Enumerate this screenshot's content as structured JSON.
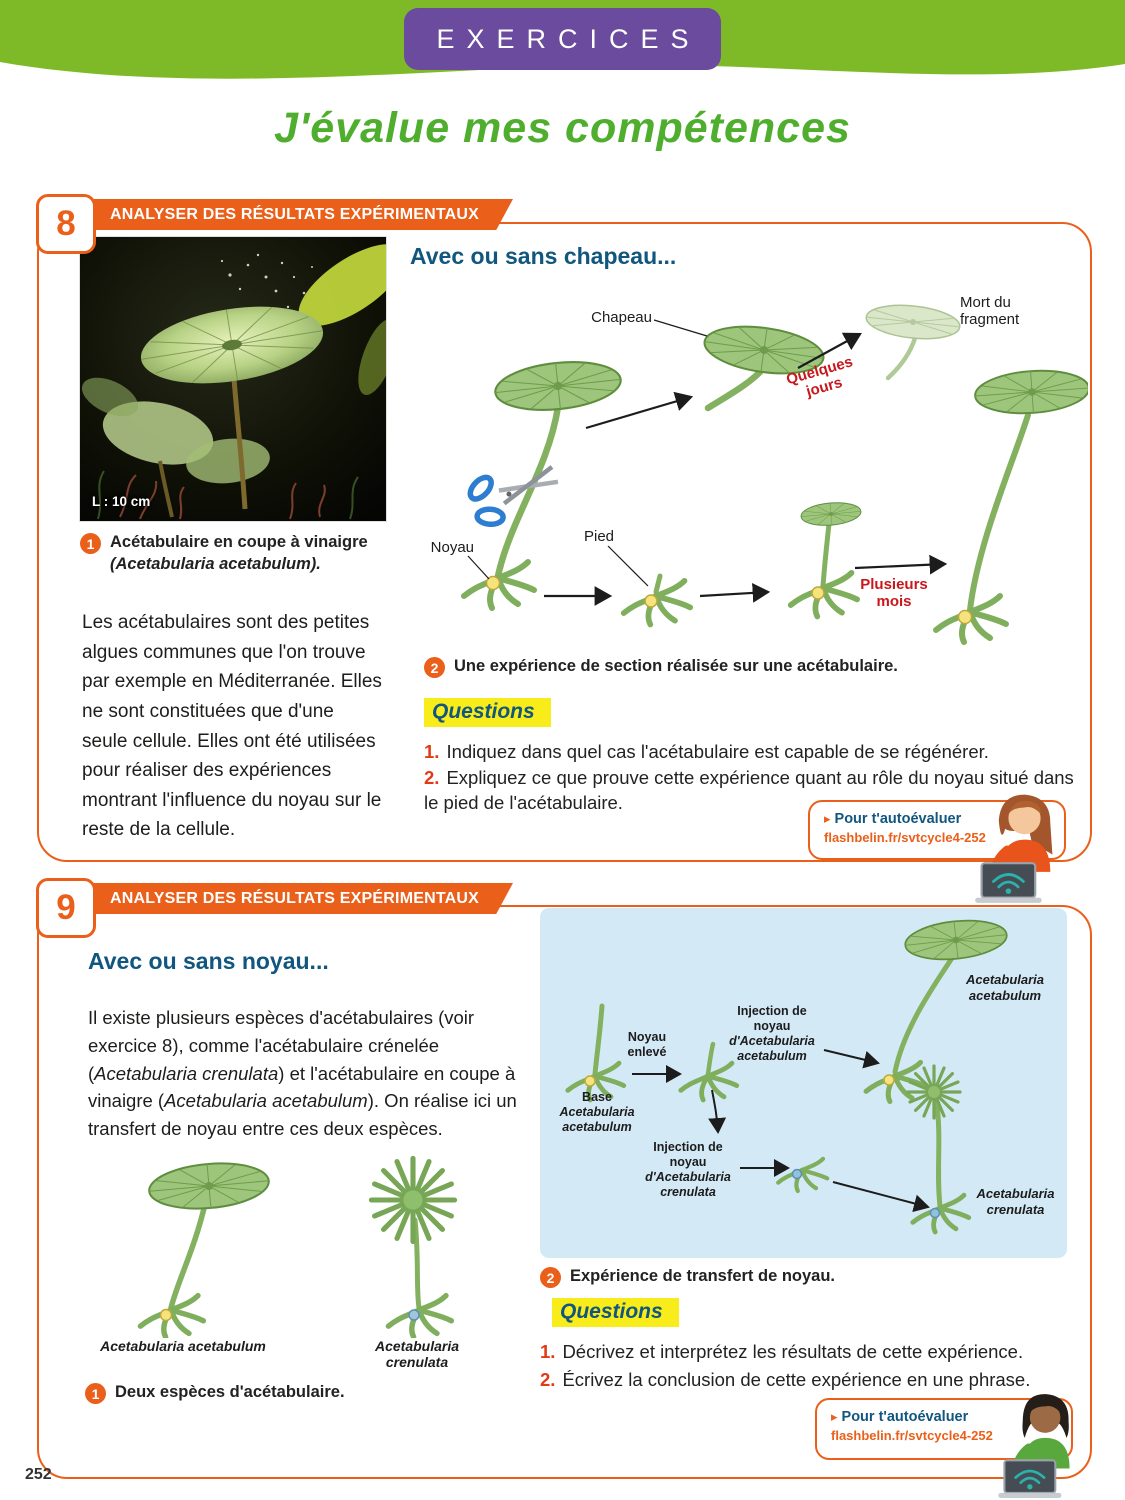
{
  "palette": {
    "band_green": "#7eba27",
    "tab_purple": "#6b4b9e",
    "accent_orange": "#ea5f1a",
    "heading_blue": "#11567e",
    "title_green": "#4fae2d",
    "question_red": "#e23a17",
    "diagram_red": "#c9171c",
    "highlight_yellow": "#f8ec1b",
    "panel_blue": "#d4e9f6"
  },
  "page": {
    "header_tab": "EXERCICES",
    "title": "J'évalue mes compétences",
    "number": "252"
  },
  "exercise8": {
    "number": "8",
    "banner": "ANALYSER DES RÉSULTATS EXPÉRIMENTAUX",
    "photo": {
      "scale_label": "L : 10 cm",
      "caption_number": "1",
      "caption_text": "Acétabulaire en coupe à vinaigre ",
      "caption_species": "(Acetabularia acetabulum)."
    },
    "intro": "Les acétabulaires sont des petites algues communes que l'on trouve par exemple en Méditerranée. Elles ne sont constituées que d'une seule cellule. Elles ont été utilisées pour réaliser des expériences montrant l'influence du noyau sur le reste de la cellule.",
    "diagram": {
      "title": "Avec ou sans chapeau...",
      "labels": {
        "chapeau": "Chapeau",
        "noyau": "Noyau",
        "pied": "Pied",
        "quelques_jours": "Quelques jours",
        "plusieurs_mois": "Plusieurs mois",
        "mort_fragment": "Mort du fragment"
      },
      "caption_number": "2",
      "caption": "Une expérience de section réalisée sur une acétabulaire."
    },
    "questions": {
      "heading": "Questions",
      "items": [
        {
          "num": "1.",
          "text": "Indiquez dans quel cas l'acétabulaire est capable de se régénérer."
        },
        {
          "num": "2.",
          "text": "Expliquez ce que prouve cette expérience quant au rôle du noyau situé dans le pied de l'acétabulaire."
        }
      ]
    },
    "autoeval": {
      "arrow_icon": "▸",
      "label": "Pour t'autoévaluer",
      "url": "flashbelin.fr/svtcycle4-252"
    }
  },
  "exercise9": {
    "number": "9",
    "banner": "ANALYSER DES RÉSULTATS EXPÉRIMENTAUX",
    "heading": "Avec ou sans noyau...",
    "intro": {
      "p1": "Il existe plusieurs espèces d'acétabulaires (voir exercice 8), comme l'acétabulaire crénelée (",
      "i1": "Acetabularia crenulata",
      "p2": ") et l'acétabulaire en coupe à vinaigre (",
      "i2": "Acetabularia acetabulum",
      "p3": "). On réalise ici un transfert de noyau entre ces deux espèces."
    },
    "species": {
      "left": "Acetabularia acetabulum",
      "right": "Acetabularia crenulata"
    },
    "caption1_number": "1",
    "caption1": "Deux espèces d'acétabulaire.",
    "diagram": {
      "base_label_plain": "Base",
      "base_label_italic": "Acetabularia acetabulum",
      "noyau_enleve": "Noyau enlevé",
      "injection_acetabulum_plain": "Injection de noyau",
      "injection_acetabulum_italic": "d'Acetabularia acetabulum",
      "injection_crenulata_plain": "Injection de noyau",
      "injection_crenulata_italic": "d'Acetabularia crenulata",
      "result_top": "Acetabularia acetabulum",
      "result_bottom": "Acetabularia crenulata",
      "caption_number": "2",
      "caption": "Expérience de transfert de noyau."
    },
    "questions": {
      "heading": "Questions",
      "items": [
        {
          "num": "1.",
          "text": "Décrivez et interprétez les résultats de cette expérience."
        },
        {
          "num": "2.",
          "text": "Écrivez la conclusion de cette expérience en une phrase."
        }
      ]
    },
    "autoeval": {
      "arrow_icon": "▸",
      "label": "Pour t'autoévaluer",
      "url": "flashbelin.fr/svtcycle4-252"
    }
  }
}
